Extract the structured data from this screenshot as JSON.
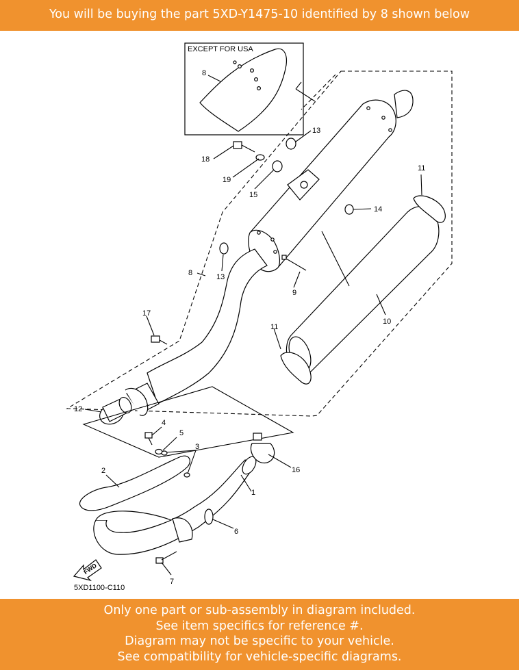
{
  "header": {
    "text": "You will be buying the part 5XD-Y1475-10 identified by 8 shown below"
  },
  "diagram": {
    "inset_title": "EXCEPT FOR USA",
    "diagram_code": "5XD1100-C110",
    "fwd_label": "FWD",
    "callouts": {
      "n1": "1",
      "n2": "2",
      "n3": "3",
      "n4": "4",
      "n5": "5",
      "n6": "6",
      "n7": "7",
      "n8_inset": "8",
      "n8": "8",
      "n9": "9",
      "n10": "10",
      "n11_top": "11",
      "n11_bottom": "11",
      "n12": "12",
      "n13_top": "13",
      "n13_bottom": "13",
      "n14": "14",
      "n15": "15",
      "n16": "16",
      "n17": "17",
      "n18": "18",
      "n19": "19"
    }
  },
  "footer": {
    "lines": [
      "Only one part or sub-assembly in diagram included.",
      "See item specifics for reference #.",
      "Diagram may not be specific to your vehicle.",
      "See compatibility for vehicle-specific diagrams."
    ]
  }
}
